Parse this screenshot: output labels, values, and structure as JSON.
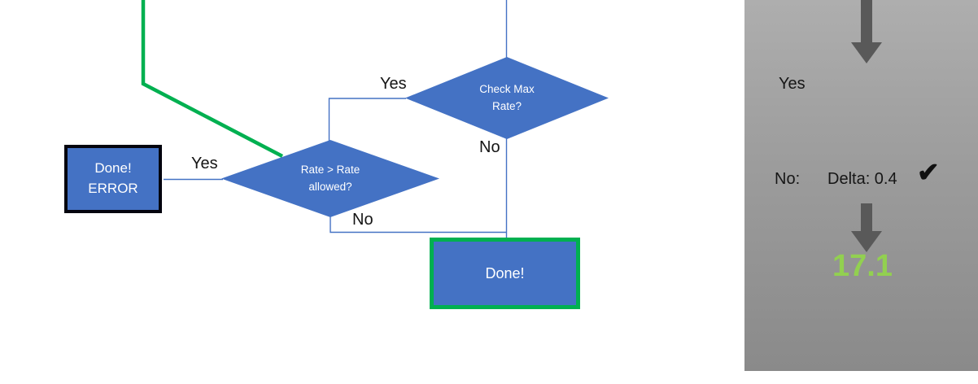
{
  "flowchart": {
    "check_max_diamond": {
      "label": "Check Max\nRate?"
    },
    "rate_diamond": {
      "label": "Rate > Rate\nallowed?"
    },
    "error_box": {
      "label": "Done!\nERROR"
    },
    "done_box": {
      "label": "Done!"
    },
    "labels": {
      "check_max_yes": "Yes",
      "check_max_no": "No",
      "rate_yes": "Yes",
      "rate_no": "No"
    }
  },
  "side_panel": {
    "yes_label": "Yes",
    "no_label": "No:",
    "delta_text": "Delta: 0.4",
    "check_icon": "✔",
    "result_value": "17.1"
  },
  "colors": {
    "shape_blue": "#4472C4",
    "connector_blue": "#4472C4",
    "accent_green": "#00B050",
    "result_green": "#92D050",
    "arrow_gray": "#595959",
    "panel_gray_top": "#aeaeae",
    "panel_gray_bottom": "#8a8a8a",
    "error_border_black": "#000000"
  }
}
